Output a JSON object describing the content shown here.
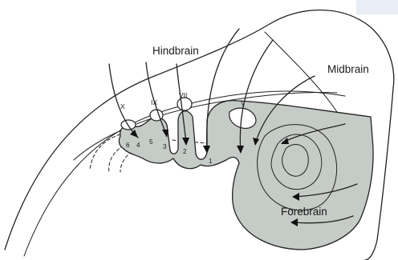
{
  "labels": {
    "hindbrain": "Hindbrain",
    "midbrain": "Midbrain",
    "forebrain": "Forebrain"
  },
  "nerves": [
    "X",
    "IX",
    "VII",
    "V"
  ],
  "segments": [
    "1",
    "2",
    "3",
    "4",
    "5",
    "6"
  ],
  "colors": {
    "tissue_fill": "#c5cbc6",
    "outline": "#222222",
    "background": "#ffffff"
  }
}
